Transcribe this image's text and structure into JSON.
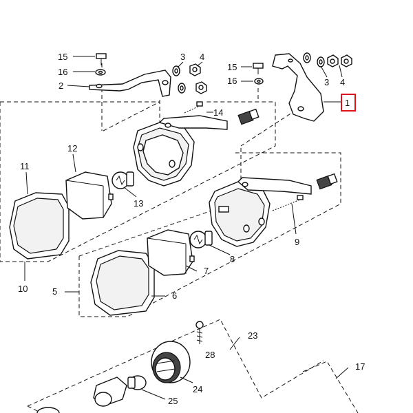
{
  "diagram": {
    "callouts": {
      "c1": "1",
      "c2": "2",
      "c3a": "3",
      "c3b": "3",
      "c4a": "4",
      "c4b": "4",
      "c5": "5",
      "c6": "6",
      "c7": "7",
      "c8": "8",
      "c9": "9",
      "c10": "10",
      "c11": "11",
      "c12": "12",
      "c13": "13",
      "c14": "14",
      "c15a": "15",
      "c15b": "15",
      "c16a": "16",
      "c16b": "16",
      "c17": "17",
      "c23": "23",
      "c24": "24",
      "c25": "25",
      "c28": "28"
    },
    "highlighted_callout": "1",
    "highlight_color": "#e0101a"
  }
}
